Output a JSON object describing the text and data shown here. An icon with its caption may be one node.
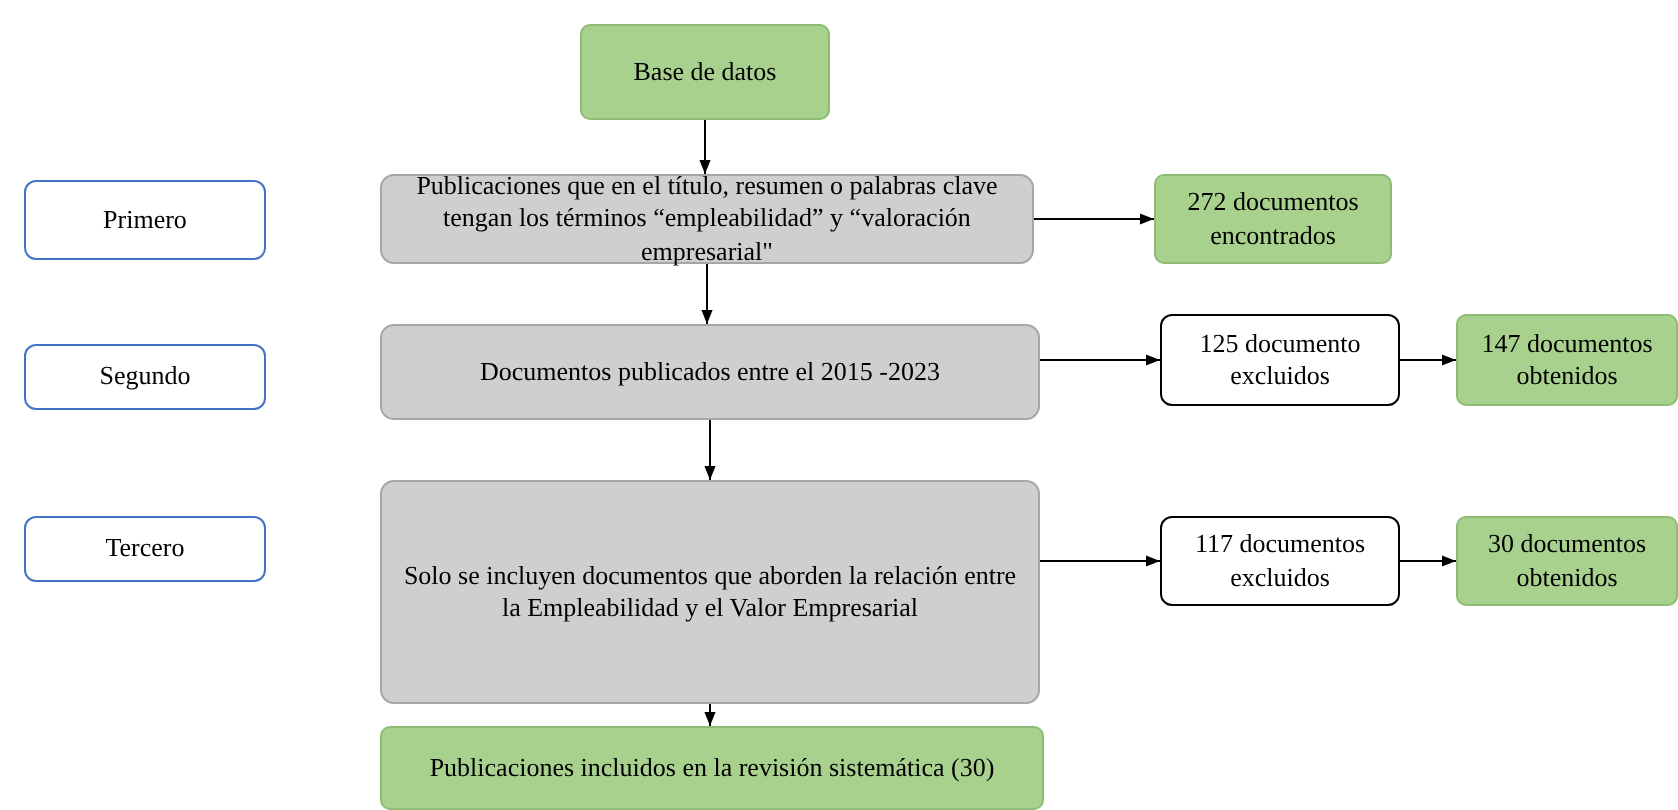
{
  "diagram": {
    "nodes": [
      {
        "text": [
          "Base de datos"
        ]
      },
      {
        "text": [
          "Primero"
        ]
      },
      {
        "text": [
          "Publicaciones que en el título, resumen o palabras clave tengan los términos “empleabilidad” y “valoración empresarial\""
        ]
      },
      {
        "text": [
          "272 documentos encontrados"
        ]
      },
      {
        "text": [
          "Segundo"
        ]
      },
      {
        "text": [
          "Documentos publicados entre el 2015 -2023"
        ]
      },
      {
        "text": [
          "125 documento excluidos"
        ]
      },
      {
        "text": [
          "147 documentos obtenidos"
        ]
      },
      {
        "text": [
          "Tercero"
        ]
      },
      {
        "text": [
          "Solo se incluyen documentos que aborden la relación entre la Empleabilidad y el Valor Empresarial"
        ]
      },
      {
        "text": [
          "117 documentos excluidos"
        ]
      },
      {
        "text": [
          "30 documentos obtenidos"
        ]
      },
      {
        "text": [
          "Publicaciones incluidos en la revisión sistemática (30)"
        ]
      }
    ],
    "edges": [
      {
        "from": 0,
        "to": 2,
        "arrow": "to"
      },
      {
        "from": 2,
        "to": 3,
        "arrow": "to"
      },
      {
        "from": 2,
        "to": 5,
        "arrow": "to"
      },
      {
        "from": 5,
        "to": 6,
        "arrow": "to"
      },
      {
        "from": 6,
        "to": 7,
        "arrow": "to"
      },
      {
        "from": 5,
        "to": 9,
        "arrow": "to"
      },
      {
        "from": 9,
        "to": 10,
        "arrow": "to"
      },
      {
        "from": 10,
        "to": 11,
        "arrow": "to"
      },
      {
        "from": 9,
        "to": 12,
        "arrow": "to"
      }
    ]
  }
}
